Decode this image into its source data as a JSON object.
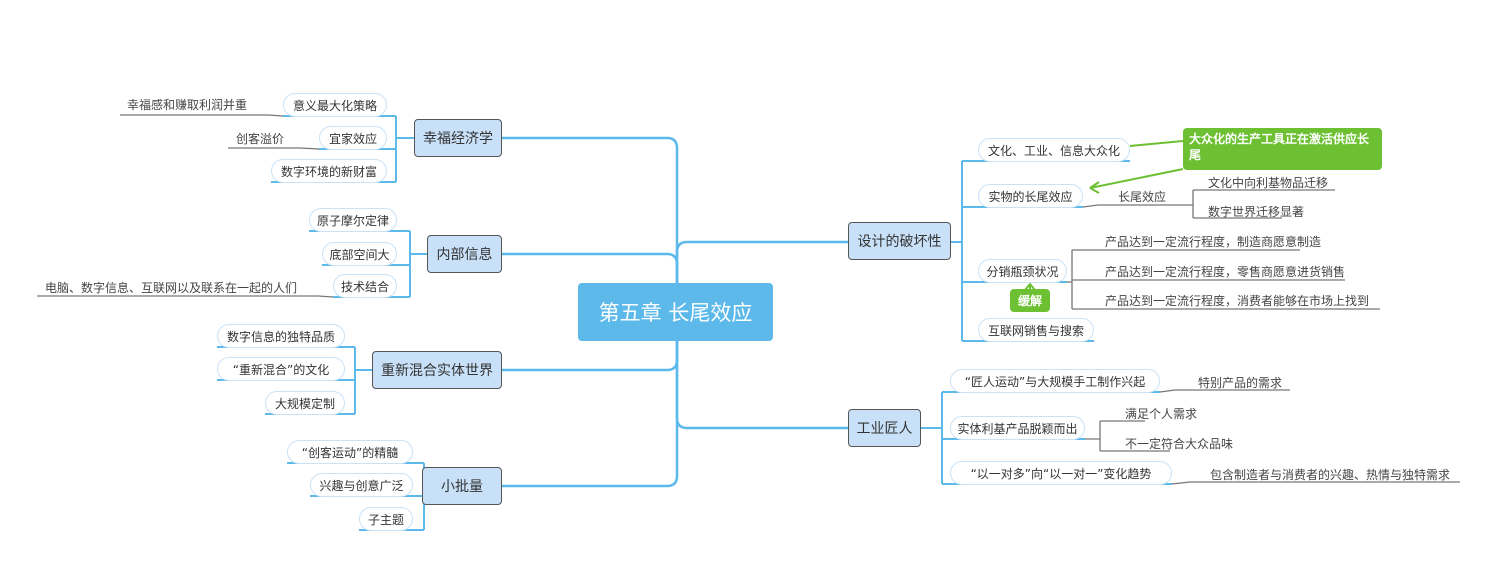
{
  "center": "第五章 长尾效应",
  "left": [
    {
      "label": "幸福经济学",
      "subs": [
        "意义最大化策略",
        "宜家效应",
        "数字环境的新财富"
      ],
      "leaves": [
        "幸福感和赚取利润并重",
        "创客溢价"
      ]
    },
    {
      "label": "内部信息",
      "subs": [
        "原子摩尔定律",
        "底部空间大",
        "技术结合"
      ],
      "leaves": [
        "电脑、数字信息、互联网以及联系在一起的人们"
      ]
    },
    {
      "label": "重新混合实体世界",
      "subs": [
        "数字信息的独特品质",
        "“重新混合”的文化",
        "大规模定制"
      ]
    },
    {
      "label": "小批量",
      "subs": [
        "“创客运动”的精髓",
        "兴趣与创意广泛",
        "子主题"
      ]
    }
  ],
  "right": [
    {
      "label": "设计的破坏性",
      "subs": [
        "文化、工业、信息大众化",
        "实物的长尾效应",
        "分销瓶颈状况",
        "互联网销售与搜索"
      ],
      "long_tail_label": "长尾效应",
      "long_tail_leaves": [
        "文化中向利基物品迁移",
        "数字世界迁移显著"
      ],
      "distribution_leaves": [
        "产品达到一定流行程度，制造商愿意制造",
        "产品达到一定流行程度，零售商愿意进货销售",
        "产品达到一定流行程度，消费者能够在市场上找到"
      ],
      "callout": "大众化的生产工具正在激活供应长尾",
      "ease": "缓解"
    },
    {
      "label": "工业匠人",
      "subs": [
        "“匠人运动”与大规模手工制作兴起",
        "实体利基产品脱颖而出",
        "“以一对多”向“以一对一”变化趋势"
      ],
      "leaves": [
        "特别产品的需求",
        "满足个人需求",
        "不一定符合大众品味",
        "包含制造者与消费者的兴趣、热情与独特需求"
      ]
    }
  ],
  "colors": {
    "branch": "#5cb9e9",
    "topic_fill": "#c8e0f8",
    "green": "#6cc032"
  }
}
